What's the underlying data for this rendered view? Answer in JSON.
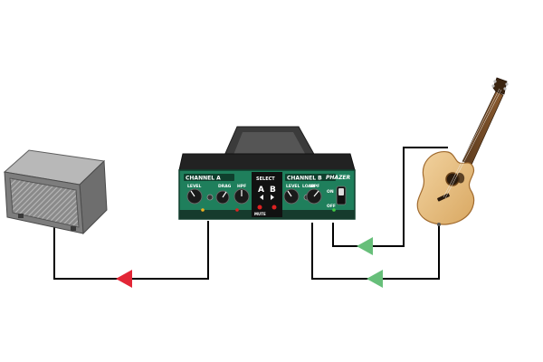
{
  "preamp": {
    "channel_a_label": "CHANNEL A",
    "channel_b_label": "CHANNEL B",
    "select_label": "SELECT",
    "select_a": "A",
    "select_b": "B",
    "brand_label": "PHAZER",
    "a_level_label": "LEVEL",
    "a_drag_label": "DRAG",
    "a_hpf_label": "HPF",
    "b_level_label": "LEVEL",
    "b_load_label": "LOAD",
    "b_hpf_label": "HPF",
    "on_label": "ON",
    "off_label": "OFF",
    "mute_label": "MUTE"
  },
  "colors": {
    "preamp_body": "#1f7f5c",
    "preamp_dark": "#0f3f2d",
    "output_arrow": "#e32636",
    "input_arrow": "#67bf7a",
    "cable": "#000000",
    "amp_body": "#7d7d7d",
    "guitar_body": "#e9c48f"
  },
  "icons": {
    "amplifier": "amplifier-icon",
    "guitar": "acoustic-guitar-icon",
    "preamp": "preamp-device-icon"
  },
  "connections": [
    {
      "from": "preamp",
      "to": "amplifier",
      "signal": "output",
      "arrow": "left",
      "color": "#e32636"
    },
    {
      "from": "guitar",
      "to": "preamp",
      "signal": "input",
      "arrow": "left",
      "color": "#67bf7a"
    },
    {
      "from": "guitar",
      "to": "preamp",
      "signal": "input",
      "arrow": "left",
      "color": "#67bf7a"
    }
  ]
}
